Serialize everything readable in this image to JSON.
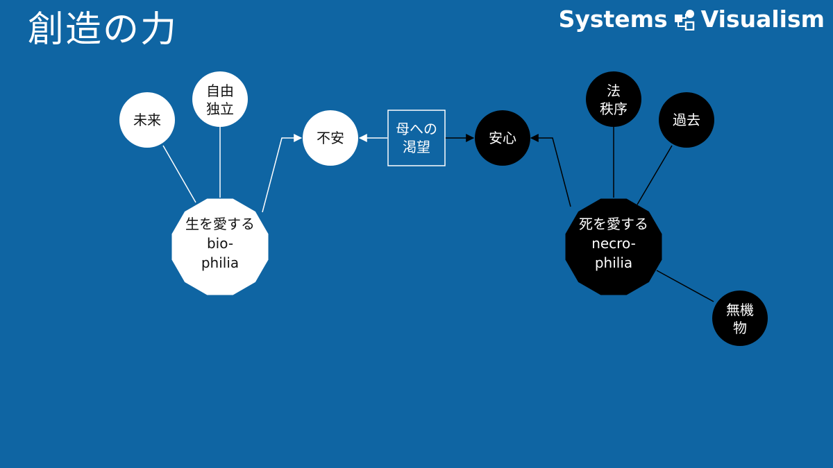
{
  "title": "創造の力",
  "brand": {
    "left": "Systems",
    "right": "Visualism",
    "icon": "flow-diagram-logo-icon"
  },
  "colors": {
    "background": "#0f65a3",
    "white": "#ffffff",
    "black": "#000000"
  },
  "nodes": {
    "mirai": [
      "未来"
    ],
    "jiyu": [
      "自由",
      "独立"
    ],
    "biophilia": [
      "生を愛する",
      "bio-",
      "philia"
    ],
    "fuan": [
      "不安"
    ],
    "katsubou": [
      "母への",
      "渇望"
    ],
    "anshin": [
      "安心"
    ],
    "hou": [
      "法",
      "秩序"
    ],
    "kako": [
      "過去"
    ],
    "necrophilia": [
      "死を愛する",
      "necro-",
      "philia"
    ],
    "mukibutsu": [
      "無機",
      "物"
    ]
  }
}
